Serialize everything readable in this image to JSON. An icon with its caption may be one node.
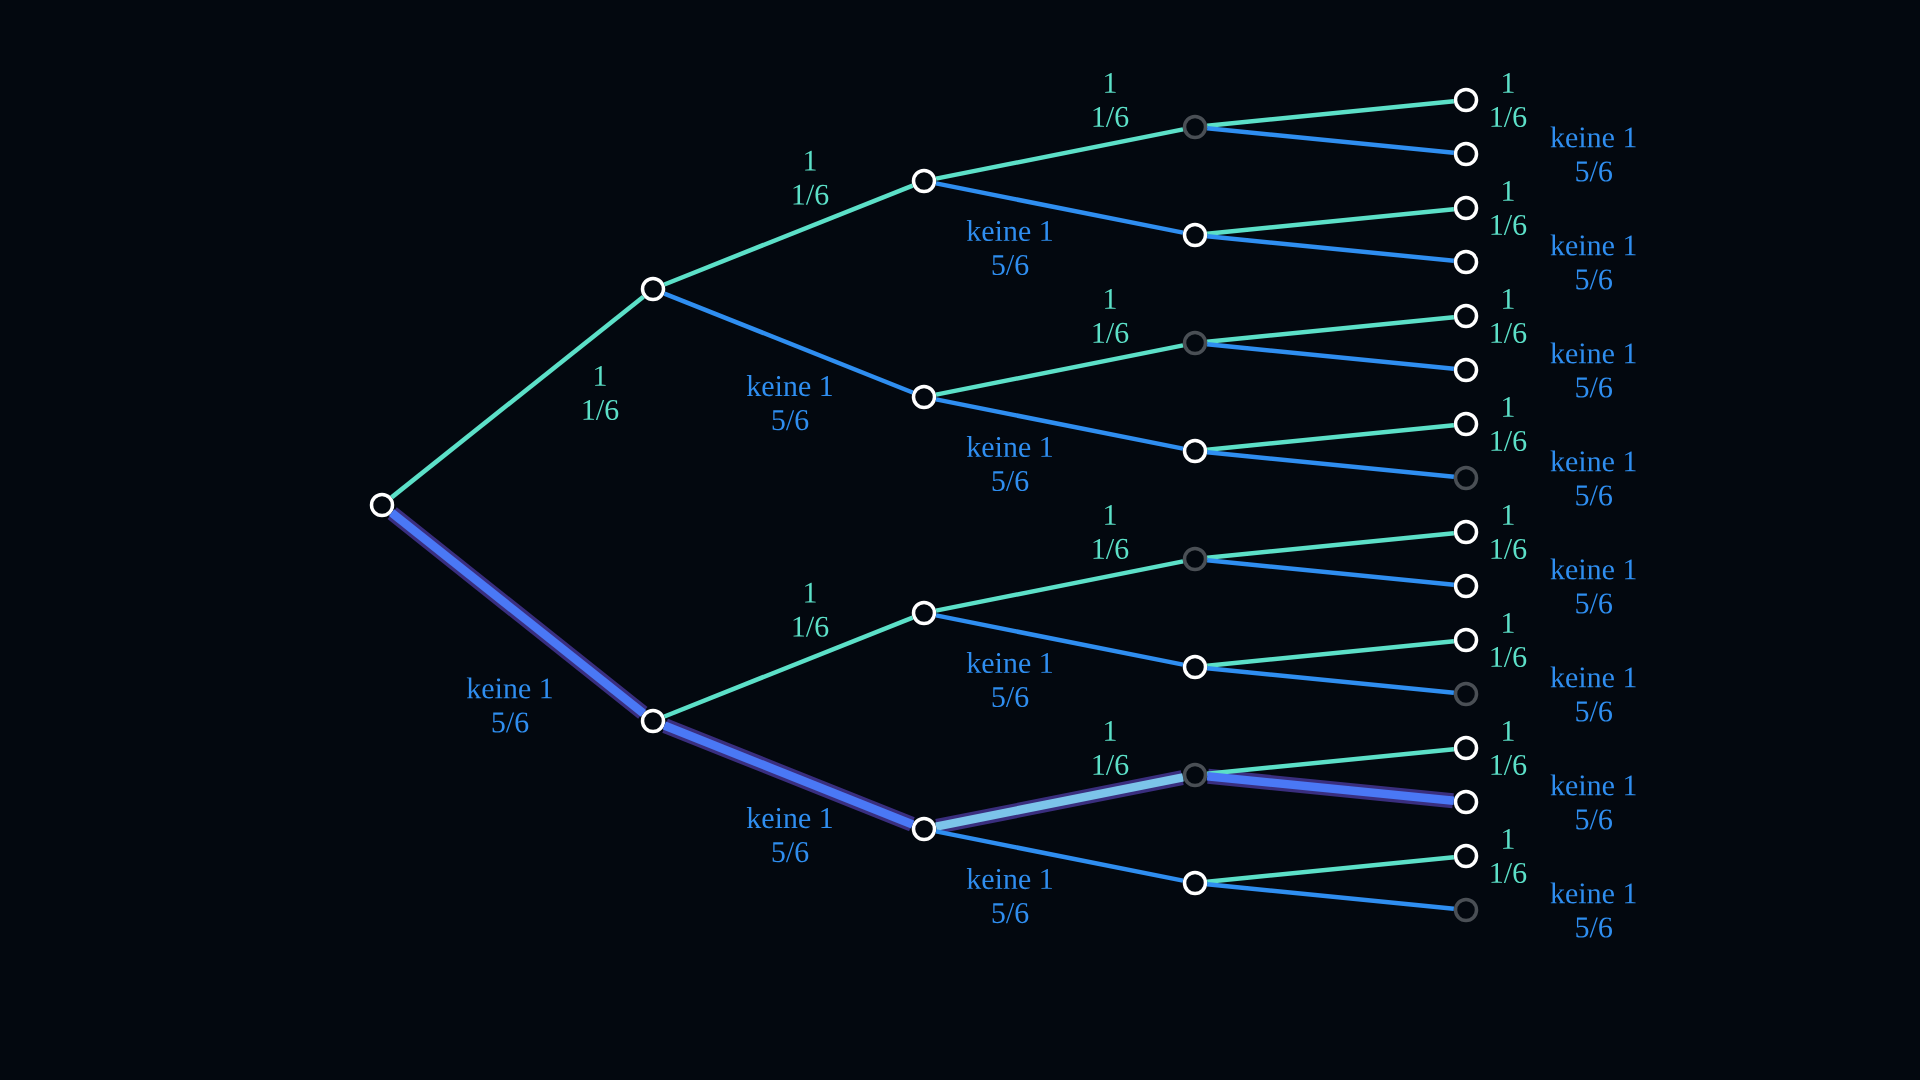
{
  "diagram": {
    "nodes": [
      {
        "text": [],
        "shape": "circle"
      },
      {
        "text": [],
        "shape": "circle"
      },
      {
        "text": [],
        "shape": "circle"
      },
      {
        "text": [],
        "shape": "circle"
      },
      {
        "text": [],
        "shape": "circle"
      },
      {
        "text": [],
        "shape": "circle"
      },
      {
        "text": [],
        "shape": "circle"
      },
      {
        "text": [],
        "shape": "circle"
      },
      {
        "text": [],
        "shape": "circle"
      },
      {
        "text": [],
        "shape": "circle"
      },
      {
        "text": [],
        "shape": "circle"
      },
      {
        "text": [],
        "shape": "circle"
      },
      {
        "text": [],
        "shape": "circle"
      },
      {
        "text": [],
        "shape": "circle"
      },
      {
        "text": [],
        "shape": "circle"
      },
      {
        "text": [],
        "shape": "circle"
      },
      {
        "text": [],
        "shape": "circle"
      },
      {
        "text": [],
        "shape": "circle"
      },
      {
        "text": [],
        "shape": "circle"
      },
      {
        "text": [],
        "shape": "circle"
      },
      {
        "text": [],
        "shape": "circle"
      },
      {
        "text": [],
        "shape": "circle"
      },
      {
        "text": [],
        "shape": "circle"
      },
      {
        "text": [],
        "shape": "circle"
      },
      {
        "text": [],
        "shape": "circle"
      },
      {
        "text": [],
        "shape": "circle"
      },
      {
        "text": [],
        "shape": "circle"
      },
      {
        "text": [],
        "shape": "circle"
      },
      {
        "text": [],
        "shape": "circle"
      },
      {
        "text": [],
        "shape": "circle"
      },
      {
        "text": [],
        "shape": "circle"
      }
    ],
    "edges": [
      {
        "from": 0,
        "to": 1,
        "arrow": "none",
        "label": "1 1/6",
        "color": "#5ce0c8"
      },
      {
        "from": 0,
        "to": 2,
        "arrow": "none",
        "label": "keine 1 5/6",
        "style": "thick",
        "color": "#4a78f5"
      },
      {
        "from": 1,
        "to": 3,
        "arrow": "none",
        "label": "1 1/6",
        "color": "#5ce0c8"
      },
      {
        "from": 1,
        "to": 4,
        "arrow": "none",
        "label": "keine 1 5/6",
        "color": "#2f8ef0"
      },
      {
        "from": 2,
        "to": 5,
        "arrow": "none",
        "label": "1 1/6",
        "color": "#5ce0c8"
      },
      {
        "from": 2,
        "to": 6,
        "arrow": "none",
        "label": "keine 1 5/6",
        "style": "thick",
        "color": "#4a78f5"
      },
      {
        "from": 3,
        "to": 7,
        "arrow": "none",
        "label": "1 1/6",
        "color": "#5ce0c8"
      },
      {
        "from": 3,
        "to": 8,
        "arrow": "none",
        "label": "keine 1 5/6",
        "color": "#2f8ef0"
      },
      {
        "from": 4,
        "to": 9,
        "arrow": "none",
        "label": "1 1/6",
        "color": "#5ce0c8"
      },
      {
        "from": 4,
        "to": 10,
        "arrow": "none",
        "label": "keine 1 5/6",
        "color": "#2f8ef0"
      },
      {
        "from": 5,
        "to": 11,
        "arrow": "none",
        "label": "1 1/6",
        "color": "#5ce0c8"
      },
      {
        "from": 5,
        "to": 12,
        "arrow": "none",
        "label": "keine 1 5/6",
        "color": "#2f8ef0"
      },
      {
        "from": 6,
        "to": 13,
        "arrow": "none",
        "label": "1 1/6",
        "style": "thick",
        "color": "#7cc4ea"
      },
      {
        "from": 6,
        "to": 14,
        "arrow": "none",
        "label": "keine 1 5/6",
        "color": "#2f8ef0"
      },
      {
        "from": 7,
        "to": 15,
        "arrow": "none",
        "label": "1 1/6",
        "color": "#5ce0c8"
      },
      {
        "from": 7,
        "to": 16,
        "arrow": "none",
        "label": "keine 1 5/6",
        "color": "#2f8ef0"
      },
      {
        "from": 8,
        "to": 17,
        "arrow": "none",
        "label": "1 1/6",
        "color": "#5ce0c8"
      },
      {
        "from": 8,
        "to": 18,
        "arrow": "none",
        "label": "keine 1 5/6",
        "color": "#2f8ef0"
      },
      {
        "from": 9,
        "to": 19,
        "arrow": "none",
        "label": "1 1/6",
        "color": "#5ce0c8"
      },
      {
        "from": 9,
        "to": 20,
        "arrow": "none",
        "label": "keine 1 5/6",
        "color": "#2f8ef0"
      },
      {
        "from": 10,
        "to": 21,
        "arrow": "none",
        "label": "1 1/6",
        "color": "#5ce0c8"
      },
      {
        "from": 10,
        "to": 22,
        "arrow": "none",
        "label": "keine 1 5/6",
        "color": "#2f8ef0"
      },
      {
        "from": 11,
        "to": 23,
        "arrow": "none",
        "label": "1 1/6",
        "color": "#5ce0c8"
      },
      {
        "from": 11,
        "to": 24,
        "arrow": "none",
        "label": "keine 1 5/6",
        "color": "#2f8ef0"
      },
      {
        "from": 12,
        "to": 25,
        "arrow": "none",
        "label": "1 1/6",
        "color": "#5ce0c8"
      },
      {
        "from": 12,
        "to": 26,
        "arrow": "none",
        "label": "keine 1 5/6",
        "color": "#2f8ef0"
      },
      {
        "from": 13,
        "to": 27,
        "arrow": "none",
        "label": "1 1/6",
        "color": "#5ce0c8"
      },
      {
        "from": 13,
        "to": 28,
        "arrow": "none",
        "label": "keine 1 5/6",
        "style": "thick",
        "color": "#4a78f5"
      },
      {
        "from": 14,
        "to": 29,
        "arrow": "none",
        "label": "1 1/6",
        "color": "#5ce0c8"
      },
      {
        "from": 14,
        "to": 30,
        "arrow": "none",
        "label": "keine 1 5/6",
        "color": "#2f8ef0"
      }
    ]
  }
}
